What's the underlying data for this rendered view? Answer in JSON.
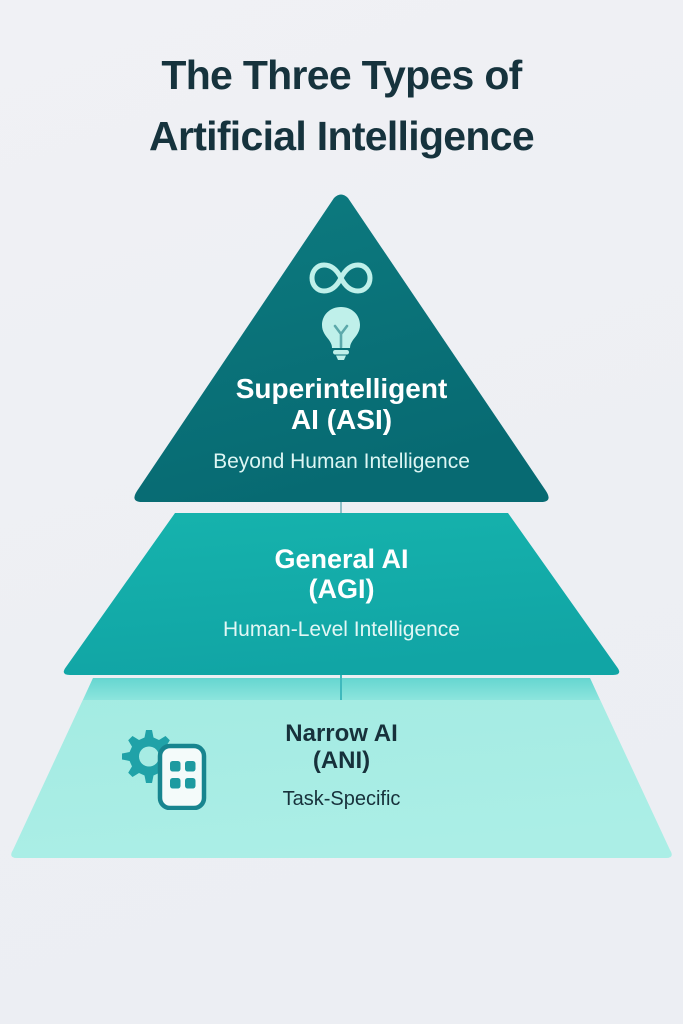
{
  "title": {
    "line1": "The Three Types of",
    "line2": "Artificial Intelligence"
  },
  "colors": {
    "background": "#eef0f4",
    "title_text": "#16333d",
    "tier_asi": "#0b7077",
    "tier_agi": "#17ada9",
    "tier_ani": "#a7ece4",
    "tier_ani_top_band": "#6fd9d2",
    "icon_light": "#bff0ea",
    "icon_teal": "#1d9aa0",
    "dark_text": "#17313b"
  },
  "chart_data": {
    "type": "pyramid",
    "title": "The Three Types of Artificial Intelligence",
    "orientation": "apex-up",
    "levels": [
      {
        "rank": 1,
        "position": "top",
        "name": "Superintelligent AI (ASI)",
        "title_line1": "Superintelligent",
        "title_line2": "AI (ASI)",
        "subtitle": "Beyond Human Intelligence",
        "color": "#0b7077",
        "text_color": "#ffffff",
        "icons": [
          "infinity-icon",
          "lightbulb-icon"
        ]
      },
      {
        "rank": 2,
        "position": "middle",
        "name": "General AI (AGI)",
        "title_line1": "General AI",
        "title_line2": "(AGI)",
        "subtitle": "Human-Level Intelligence",
        "color": "#17ada9",
        "text_color": "#ffffff",
        "icons": []
      },
      {
        "rank": 3,
        "position": "bottom",
        "name": "Narrow AI (ANI)",
        "title_line1": "Narrow AI",
        "title_line2": "(ANI)",
        "subtitle": "Task-Specific",
        "color": "#a7ece4",
        "text_color": "#17313b",
        "icons": [
          "gear-icon",
          "smartphone-apps-icon"
        ]
      }
    ]
  }
}
